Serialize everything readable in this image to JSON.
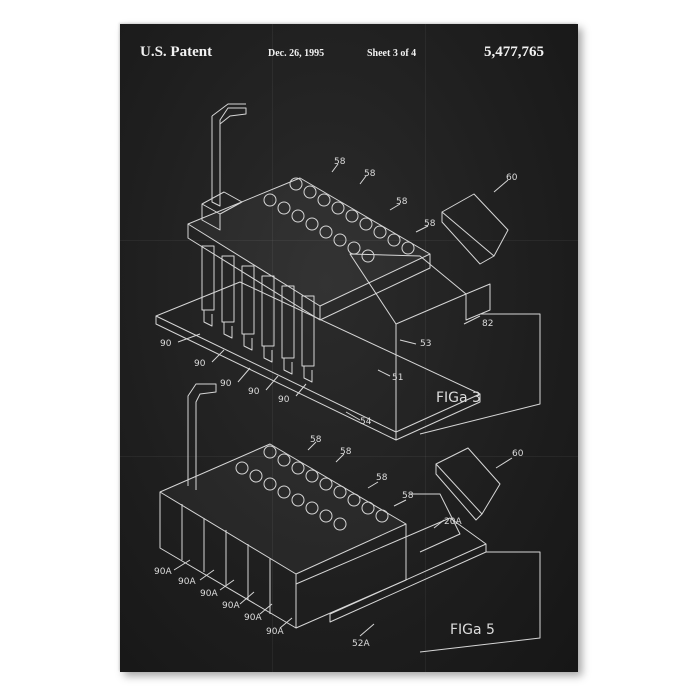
{
  "header": {
    "office": "U.S. Patent",
    "date": "Dec. 26, 1995",
    "sheet": "Sheet 3 of 4",
    "patent_number": "5,477,765"
  },
  "figures": [
    {
      "label": "FIGa 3",
      "refs": [
        "58",
        "58",
        "58",
        "58",
        "60",
        "82",
        "53",
        "51",
        "54",
        "90",
        "90",
        "90",
        "90",
        "90"
      ]
    },
    {
      "label": "FIGa 5",
      "refs": [
        "58",
        "58",
        "58",
        "58",
        "60",
        "20A",
        "52A",
        "90A",
        "90A",
        "90A",
        "90A",
        "90A",
        "90A"
      ]
    }
  ],
  "colors": {
    "ink": "#dcdcdc",
    "paper": "#1f1f1f",
    "header_text": "#f1f1f1"
  }
}
